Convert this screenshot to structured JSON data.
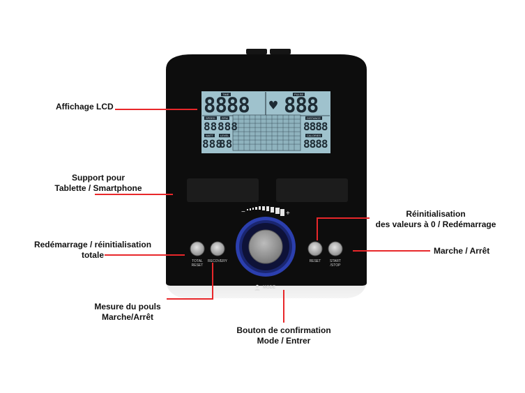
{
  "callouts": {
    "lcd": "Affichage LCD",
    "support_line1": "Support pour",
    "support_line2": "Tablette / Smartphone",
    "total_reset_line1": "Redémarrage / réinitialisation",
    "total_reset_line2": "totale",
    "pulse_line1": "Mesure du pouls",
    "pulse_line2": "Marche/Arrêt",
    "confirm_line1": "Bouton de confirmation",
    "confirm_line2": "Mode / Entrer",
    "reset_line1": "Réinitialisation",
    "reset_line2": "des valeurs à 0 / Redémarrage",
    "start_stop": "Marche / Arrêt"
  },
  "console": {
    "buttons": {
      "total_reset_l1": "TOTAL",
      "total_reset_l2": "RESET",
      "recovery": "RECOVERY",
      "reset": "RESET",
      "start_l1": "START",
      "start_l2": "/STOP",
      "mode": "MODE",
      "minus": "−",
      "plus": "+"
    },
    "lcd": {
      "time_label": "TIME",
      "pulse_label": "PULSE",
      "speed_label": "SPEED",
      "rpm_label": "RPM",
      "watt_label": "WATT",
      "level_label": "LEVEL",
      "distance_label": "DISTANCE",
      "calories_label": "CALORIES",
      "time_digits": "8888",
      "pulse_digits": "888",
      "speed_digits": "88",
      "rpm_digits": "888",
      "watt_digits": "888",
      "level_digits": "88",
      "distance_digits": "8888",
      "calories_digits": "8888",
      "heart": "♥"
    }
  },
  "colors": {
    "callout_line": "#e8272a",
    "console_body": "#0e0e0e",
    "lcd_bg": "#9fc2cd",
    "dial_ring": "#2b3fae"
  }
}
